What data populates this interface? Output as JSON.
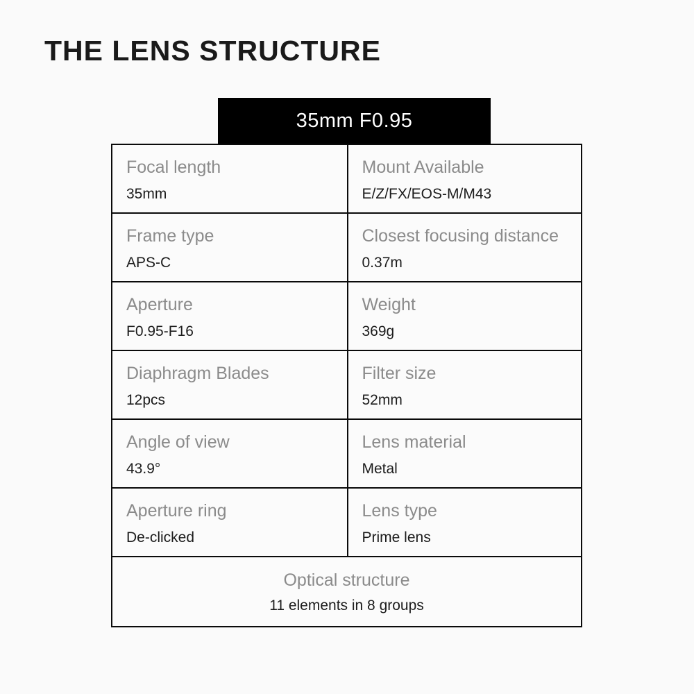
{
  "page": {
    "title": "THE LENS STRUCTURE"
  },
  "badge": {
    "label": "35mm F0.95",
    "background_color": "#000000",
    "text_color": "#ffffff"
  },
  "table": {
    "border_color": "#0a0a0a",
    "label_color": "#8b8b8b",
    "value_color": "#1c1c1c",
    "rows": [
      {
        "left": {
          "label": "Focal length",
          "value": "35mm"
        },
        "right": {
          "label": "Mount Available",
          "value": "E/Z/FX/EOS-M/M43"
        }
      },
      {
        "left": {
          "label": "Frame type",
          "value": "APS-C"
        },
        "right": {
          "label": "Closest focusing distance",
          "value": "0.37m"
        }
      },
      {
        "left": {
          "label": "Aperture",
          "value": "F0.95-F16"
        },
        "right": {
          "label": "Weight",
          "value": "369g"
        }
      },
      {
        "left": {
          "label": "Diaphragm Blades",
          "value": "12pcs"
        },
        "right": {
          "label": "Filter size",
          "value": "52mm"
        }
      },
      {
        "left": {
          "label": "Angle of view",
          "value": "43.9°"
        },
        "right": {
          "label": "Lens material",
          "value": "Metal"
        }
      },
      {
        "left": {
          "label": "Aperture ring",
          "value": "De-clicked"
        },
        "right": {
          "label": "Lens type",
          "value": "Prime lens"
        }
      }
    ],
    "footer": {
      "label": "Optical structure",
      "value": "11 elements in 8 groups"
    }
  }
}
